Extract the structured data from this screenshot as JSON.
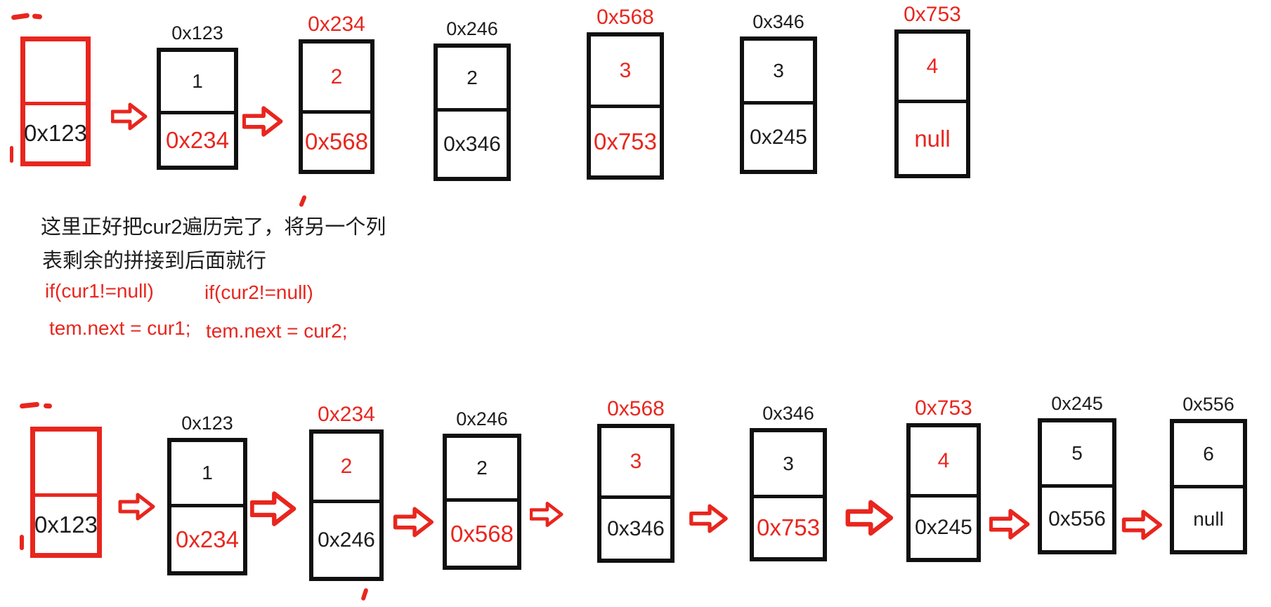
{
  "colors": {
    "red": "#e8261e",
    "black": "#1d1d1d",
    "background": "#ffffff"
  },
  "top_list": {
    "head": {
      "pointer": "0x123"
    },
    "nodes": [
      {
        "address": "0x123",
        "value": "1",
        "next": "0x234"
      },
      {
        "address": "0x234",
        "value": "2",
        "next": "0x568"
      },
      {
        "address": "0x246",
        "value": "2",
        "next": "0x346"
      },
      {
        "address": "0x568",
        "value": "3",
        "next": "0x753"
      },
      {
        "address": "0x346",
        "value": "3",
        "next": "0x245"
      },
      {
        "address": "0x753",
        "value": "4",
        "next": "null"
      }
    ]
  },
  "bottom_list": {
    "head": {
      "pointer": "0x123"
    },
    "nodes": [
      {
        "address": "0x123",
        "value": "1",
        "next": "0x234"
      },
      {
        "address": "0x234",
        "value": "2",
        "next": "0x246"
      },
      {
        "address": "0x246",
        "value": "2",
        "next": "0x568"
      },
      {
        "address": "0x568",
        "value": "3",
        "next": "0x346"
      },
      {
        "address": "0x346",
        "value": "3",
        "next": "0x753"
      },
      {
        "address": "0x753",
        "value": "4",
        "next": "0x245"
      },
      {
        "address": "0x245",
        "value": "5",
        "next": "0x556"
      },
      {
        "address": "0x556",
        "value": "6",
        "next": "null"
      }
    ]
  },
  "annotations": {
    "line1": "这里正好把cur2遍历完了，将另一个列",
    "line2": "表剩余的拼接到后面就行",
    "if_cur1": "if(cur1!=null)",
    "if_cur2": "if(cur2!=null)",
    "assign_cur1": "tem.next = cur1;",
    "assign_cur2": "tem.next = cur2;"
  }
}
